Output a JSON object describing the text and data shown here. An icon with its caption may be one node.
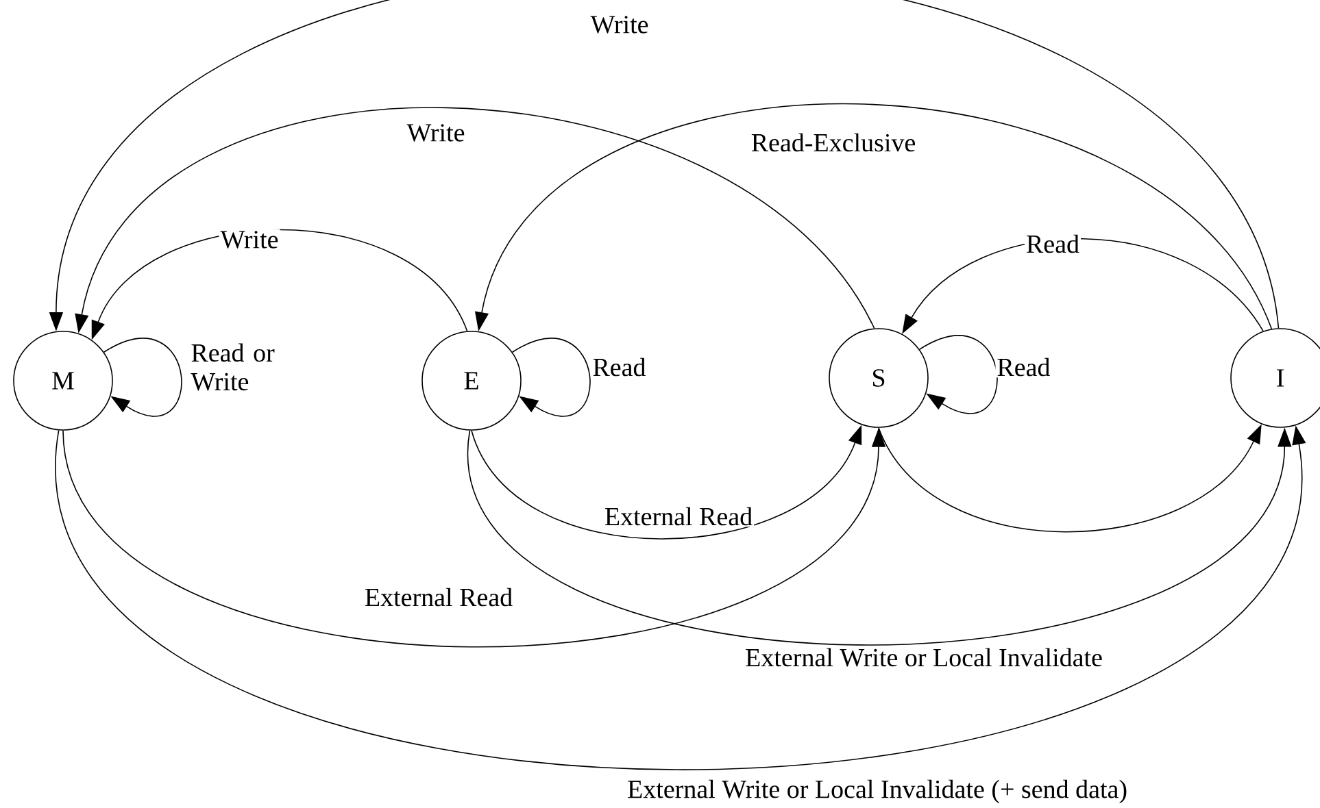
{
  "diagram": {
    "nodes": [
      {
        "text": [
          "M"
        ]
      },
      {
        "text": [
          "E"
        ]
      },
      {
        "text": [
          "S"
        ]
      },
      {
        "text": [
          "I"
        ]
      }
    ],
    "edges": [
      {
        "from": 1,
        "to": 0,
        "arrow": "to",
        "label": "Write"
      },
      {
        "from": 2,
        "to": 0,
        "arrow": "to",
        "label": "Write"
      },
      {
        "from": 3,
        "to": 0,
        "arrow": "to",
        "label": "Write"
      },
      {
        "from": 3,
        "to": 1,
        "arrow": "to",
        "label": "Read-Exclusive"
      },
      {
        "from": 3,
        "to": 2,
        "arrow": "to",
        "label": "Read"
      },
      {
        "from": 0,
        "to": 0,
        "arrow": "to",
        "label": "Read or Write"
      },
      {
        "from": 1,
        "to": 1,
        "arrow": "to",
        "label": "Read"
      },
      {
        "from": 2,
        "to": 2,
        "arrow": "to",
        "label": "Read"
      },
      {
        "from": 1,
        "to": 2,
        "arrow": "to",
        "label": "External Read"
      },
      {
        "from": 2,
        "to": 3,
        "arrow": "to"
      },
      {
        "from": 0,
        "to": 2,
        "arrow": "to",
        "label": "External Read"
      },
      {
        "from": 1,
        "to": 3,
        "arrow": "to",
        "label": "External Write or Local Invalidate"
      },
      {
        "from": 0,
        "to": 3,
        "arrow": "to",
        "label": "External Write or Local Invalidate (+ send data)"
      }
    ]
  }
}
